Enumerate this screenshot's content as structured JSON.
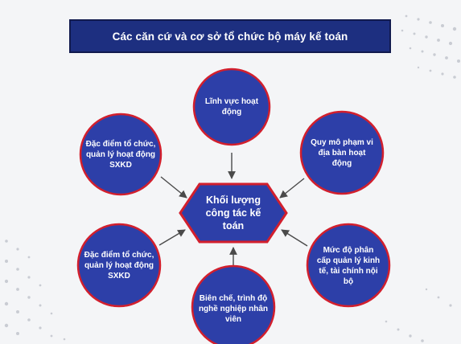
{
  "title": "Các căn cứ và cơ sở tổ chức bộ máy kế toán",
  "center": "Khối lượng công tác kế toán",
  "nodes": {
    "top": "Lĩnh vực hoạt động",
    "upper_left": "Đặc điểm tổ chức, quản lý hoạt động SXKD",
    "upper_right": "Quy mô phạm vi địa bàn hoạt động",
    "lower_left": "Đặc điểm tổ chức, quản lý hoạt động SXKD",
    "lower_right": "Mức độ phân cấp quản lý kinh tế, tài chính nội bộ",
    "bottom": "Biên chế, trình độ nghề nghiệp nhân viên"
  },
  "colors": {
    "circle_fill": "#2d3fa8",
    "circle_stroke": "#d21f2d",
    "title_fill": "#1d2f80",
    "arrow": "#4a4a4a"
  }
}
